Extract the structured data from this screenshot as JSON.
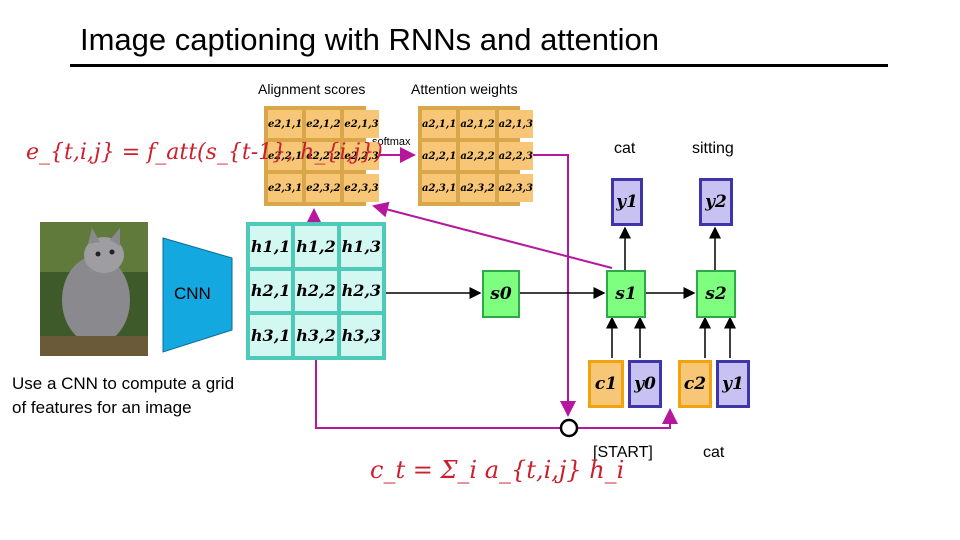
{
  "title": "Image captioning with RNNs and attention",
  "labels": {
    "alignment_scores": "Alignment scores",
    "attention_weights": "Attention weights",
    "softmax": "softmax",
    "cnn": "CNN",
    "caption_text": "Use a CNN to compute a grid of features for an image"
  },
  "alignment_formula": "e_{t,i,j} = f_att(s_{t-1}, h_{i,j})",
  "context_formula": "c_t = Σ_i a_{t,i,j} h_i",
  "alignment_grid": [
    "e2,1,1",
    "e2,1,2",
    "e2,1,3",
    "e2,2,1",
    "e2,2,2",
    "e2,2,3",
    "e2,3,1",
    "e2,3,2",
    "e2,3,3"
  ],
  "attention_grid": [
    "a2,1,1",
    "a2,1,2",
    "a2,1,3",
    "a2,2,1",
    "a2,2,2",
    "a2,2,3",
    "a2,3,1",
    "a2,3,2",
    "a2,3,3"
  ],
  "feature_grid": [
    "h1,1",
    "h1,2",
    "h1,3",
    "h2,1",
    "h2,2",
    "h2,3",
    "h3,1",
    "h3,2",
    "h3,3"
  ],
  "states": {
    "s0": "s0",
    "s1": "s1",
    "s2": "s2"
  },
  "outputs": {
    "y1": "y1",
    "y2": "y2"
  },
  "inputs": {
    "c1": "c1",
    "y0": "y0",
    "c2": "c2",
    "y1": "y1"
  },
  "words": {
    "out1": "cat",
    "out2": "sitting",
    "in1": "[START]",
    "in2": "cat"
  },
  "colors": {
    "arrow_magenta": "#b5179e",
    "grid_orange": "#f7c676",
    "grid_teal": "#d3f7f1",
    "state_green": "#7fff7f",
    "token_blue": "#c8c2f2",
    "cnn_blue": "#14a8e0",
    "formula_red": "#cc1f2e"
  }
}
